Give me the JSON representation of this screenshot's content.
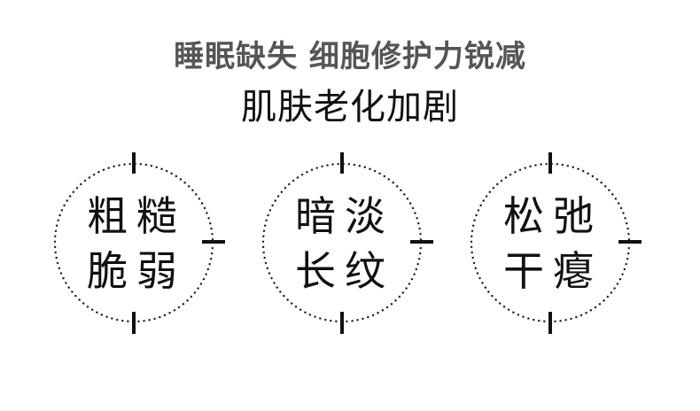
{
  "headline": {
    "subtitle": "睡眠缺失 细胞修护力锐减",
    "title": "肌肤老化加剧"
  },
  "badges": [
    {
      "line1": "粗糙",
      "line2": "脆弱"
    },
    {
      "line1": "暗淡",
      "line2": "长纹"
    },
    {
      "line1": "松弛",
      "line2": "干瘪"
    }
  ],
  "colors": {
    "text": "#111111",
    "subtitle": "#555555",
    "ring": "#222222"
  }
}
